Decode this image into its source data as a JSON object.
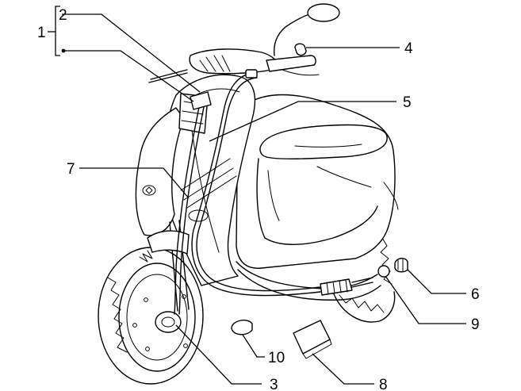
{
  "diagram": {
    "subject": "scooter-front-brake-cable-assembly",
    "callouts": [
      {
        "key": "c1",
        "label": "1"
      },
      {
        "key": "c2",
        "label": "2"
      },
      {
        "key": "c3",
        "label": "3"
      },
      {
        "key": "c4",
        "label": "4"
      },
      {
        "key": "c5",
        "label": "5"
      },
      {
        "key": "c6",
        "label": "6"
      },
      {
        "key": "c7",
        "label": "7"
      },
      {
        "key": "c8",
        "label": "8"
      },
      {
        "key": "c9",
        "label": "9"
      },
      {
        "key": "c10",
        "label": "10"
      }
    ],
    "colors": {
      "line": "#000000",
      "background": "#ffffff"
    }
  }
}
